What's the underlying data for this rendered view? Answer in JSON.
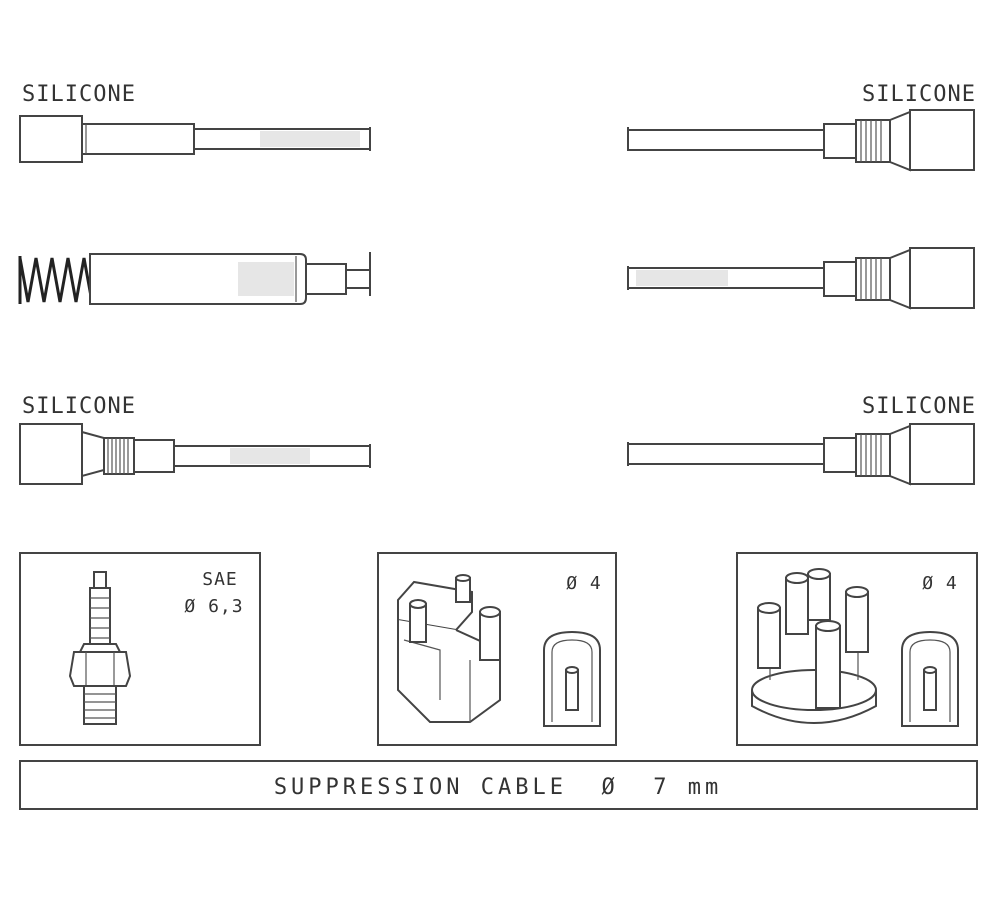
{
  "labels": {
    "silicone_top_left": "SILICONE",
    "silicone_top_right": "SILICONE",
    "silicone_bottom_left": "SILICONE",
    "silicone_bottom_right": "SILICONE"
  },
  "panels": {
    "spark_plug": {
      "line1": "SAE",
      "line2": "Ø 6,3"
    },
    "distributor_cap_1": {
      "diameter": "Ø 4"
    },
    "distributor_cap_2": {
      "diameter": "Ø 4"
    }
  },
  "footer": {
    "caption": "SUPPRESSION CABLE  Ø  7 mm"
  }
}
